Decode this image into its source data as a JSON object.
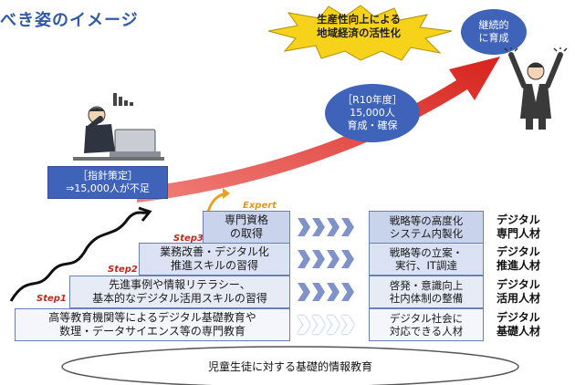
{
  "title": "べき姿のイメージ",
  "burst": "生産性向上による\n地域経済の活性化",
  "continuous_bubble": "継続的\nに育成",
  "target_bubble": "［R10年度］\n15,000人\n育成・確保",
  "shortage_box": "［指針策定］\n⇒15,000人が不足",
  "step_labels": [
    "Step1",
    "Step2",
    "Step3",
    "Expert"
  ],
  "steps": [
    {
      "text": "専門資格\nの取得"
    },
    {
      "text": "業務改善・デジタル化\n推進スキルの習得"
    },
    {
      "text": "先進事例や情報リテラシー、\n基本的なデジタル活用スキルの習得"
    },
    {
      "text": "高等教育機関等によるデジタル基礎教育や\n数理・データサイエンス等の専門教育"
    }
  ],
  "results": [
    "戦略等の高度化\nシステム内製化",
    "戦略等の立案・\n実行、IT調達",
    "啓発・意識向上\n社内体制の整備",
    "デジタル社会に\n対応できる人材"
  ],
  "talents": [
    "デジタル\n専門人材",
    "デジタル\n推進人材",
    "デジタル\n活用人材",
    "デジタル\n基礎人材"
  ],
  "foundation": "児童生徒に対する基礎的情報教育",
  "icons": [
    "worried-worker-icon",
    "cheering-person-icon",
    "growth-arrow-icon",
    "bar-chart-icon"
  ],
  "colors": {
    "accent_blue": "#3f63b8",
    "arrow_red": "#d8231d",
    "burst_yellow": "#f7d21a",
    "step_fill": "#c9d3ec"
  }
}
